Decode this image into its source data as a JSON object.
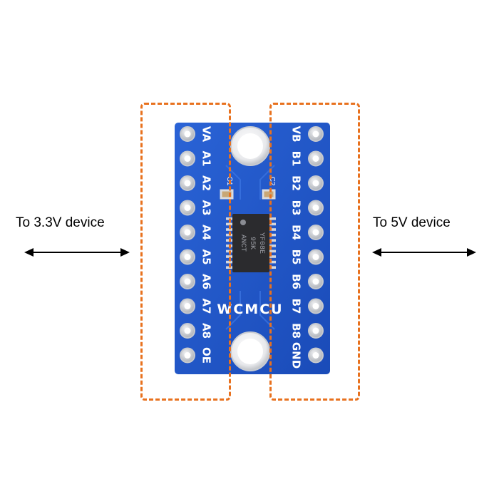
{
  "labels": {
    "left": "To 3.3V device",
    "right": "To 5V device"
  },
  "board": {
    "brand": "WCMCU",
    "left_pins": [
      "VA",
      "A1",
      "A2",
      "A3",
      "A4",
      "A5",
      "A6",
      "A7",
      "A8",
      "OE"
    ],
    "right_pins": [
      "VB",
      "B1",
      "B2",
      "B3",
      "B4",
      "B5",
      "B6",
      "B7",
      "B8",
      "GND"
    ],
    "cap_left": "C1",
    "cap_right": "C2",
    "chip_text": [
      "YF08E",
      "95K",
      "ANCT"
    ]
  },
  "colors": {
    "pcb": "#1f56c9",
    "dashed_box": "#e8711e",
    "pad": "#d8dade",
    "chip": "#2b2b2e"
  }
}
